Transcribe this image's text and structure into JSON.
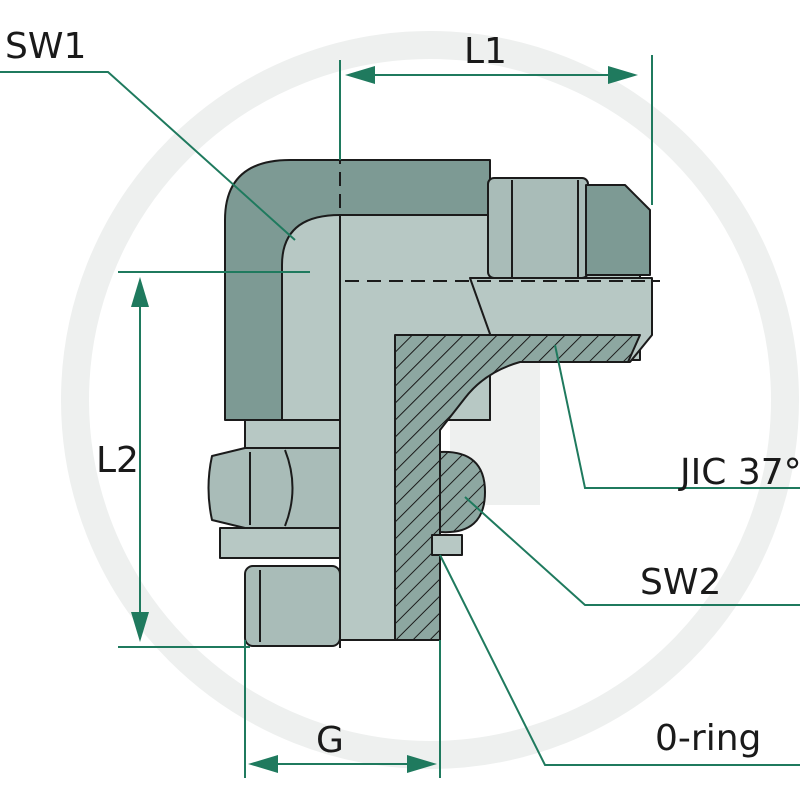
{
  "labels": {
    "sw1": "SW1",
    "l1": "L1",
    "l2": "L2",
    "jic": "JIC 37°",
    "sw2": "SW2",
    "g": "G",
    "oring": "0-ring"
  },
  "colors": {
    "leader": "#1f7a5e",
    "body_dark": "#7d9a94",
    "body_light": "#b7c8c4",
    "nut": "#a9bcb8",
    "section": "#8da7a1",
    "watermark": "#eef0ef"
  }
}
